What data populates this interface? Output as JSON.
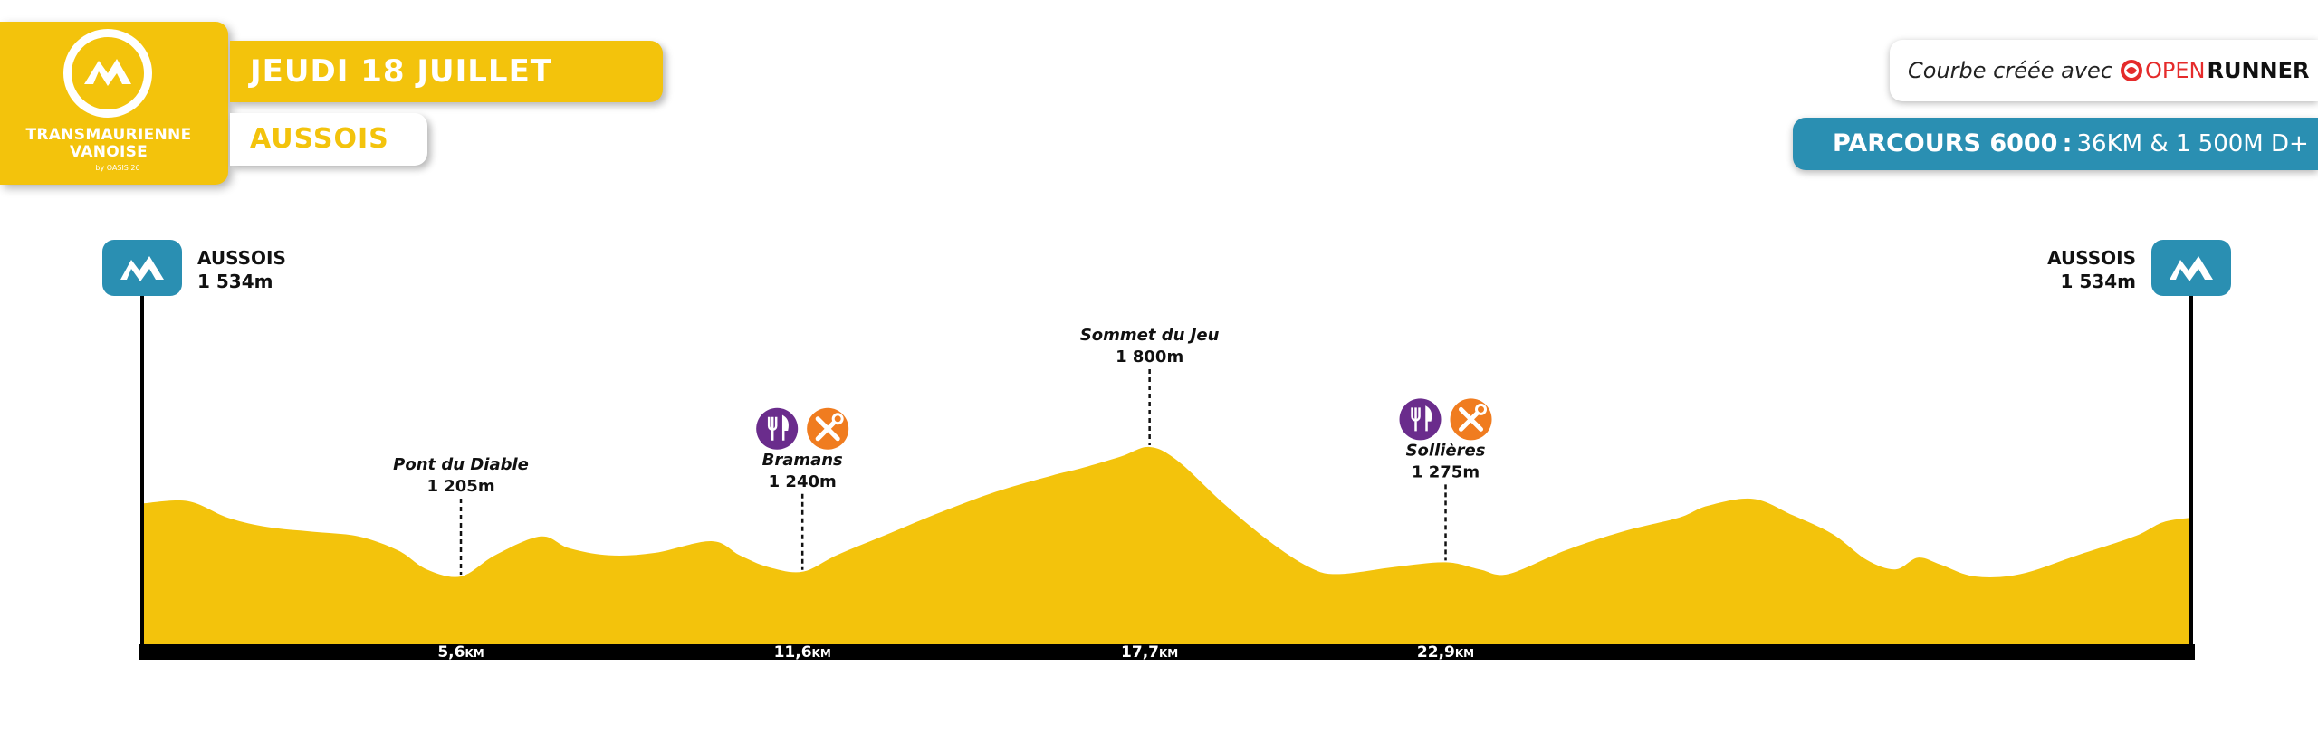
{
  "header": {
    "logo_line1": "TRANSMAURIENNE",
    "logo_line2": "VANOISE",
    "logo_tagline": "by OASIS 26",
    "date": "JEUDI 18 JUILLET",
    "place": "AUSSOIS"
  },
  "credit": {
    "text": "Courbe créée avec",
    "brand_open": "OPEN",
    "brand_runner": "RUNNER"
  },
  "parcours": {
    "name": "PARCOURS 6000",
    "separator": ":",
    "detail": "36KM & 1 500M D+"
  },
  "colors": {
    "profile_fill": "#f3c30c",
    "brand_blue": "#2a8fb2",
    "baseline": "#000000",
    "ravito_purple": "#6a2c8c",
    "mechanic_orange": "#f07c1f",
    "openrunner_red": "#e52b2b"
  },
  "chart_data": {
    "type": "area",
    "title": "",
    "xlabel": "",
    "ylabel": "",
    "xlim": [
      0,
      36
    ],
    "profile": {
      "x": [
        0,
        0.8,
        1.5,
        2.2,
        3.0,
        3.8,
        4.5,
        5.0,
        5.6,
        6.2,
        7.0,
        7.5,
        8.2,
        9.0,
        10.0,
        10.5,
        11.0,
        11.6,
        12.2,
        13.0,
        14.0,
        15.0,
        16.0,
        16.5,
        17.2,
        17.7,
        18.2,
        19.0,
        19.8,
        20.5,
        21.0,
        22.0,
        22.9,
        23.5,
        24.0,
        25.0,
        26.0,
        27.0,
        27.5,
        28.3,
        29.0,
        29.7,
        30.3,
        30.8,
        31.2,
        31.6,
        32.2,
        33.0,
        34.0,
        35.0,
        35.5,
        36.0
      ],
      "y": [
        1360,
        1365,
        1330,
        1310,
        1300,
        1290,
        1260,
        1220,
        1205,
        1250,
        1290,
        1265,
        1250,
        1255,
        1280,
        1250,
        1225,
        1215,
        1250,
        1290,
        1340,
        1385,
        1420,
        1435,
        1460,
        1480,
        1450,
        1360,
        1280,
        1225,
        1210,
        1225,
        1235,
        1220,
        1210,
        1260,
        1300,
        1330,
        1355,
        1370,
        1335,
        1295,
        1240,
        1220,
        1245,
        1230,
        1205,
        1210,
        1250,
        1290,
        1320,
        1330
      ]
    },
    "points": [
      {
        "name": "AUSSOIS",
        "altitude": "1 534m",
        "km": 0,
        "role": "start"
      },
      {
        "name": "Pont du Diable",
        "altitude": "1 205m",
        "km": 5.6
      },
      {
        "name": "Bramans",
        "altitude": "1 240m",
        "km": 11.6,
        "services": [
          "ravito-icon",
          "mechanic-icon"
        ]
      },
      {
        "name": "Sommet du Jeu",
        "altitude": "1 800m",
        "km": 17.7
      },
      {
        "name": "Sollières",
        "altitude": "1 275m",
        "km": 22.9,
        "services": [
          "ravito-icon",
          "mechanic-icon"
        ]
      },
      {
        "name": "AUSSOIS",
        "altitude": "1 534m",
        "km": 36,
        "role": "finish"
      }
    ],
    "ticks": [
      {
        "value": "5,6",
        "unit": "KM",
        "km": 5.6
      },
      {
        "value": "11,6",
        "unit": "KM",
        "km": 11.6
      },
      {
        "value": "17,7",
        "unit": "KM",
        "km": 17.7
      },
      {
        "value": "22,9",
        "unit": "KM",
        "km": 22.9
      }
    ]
  }
}
